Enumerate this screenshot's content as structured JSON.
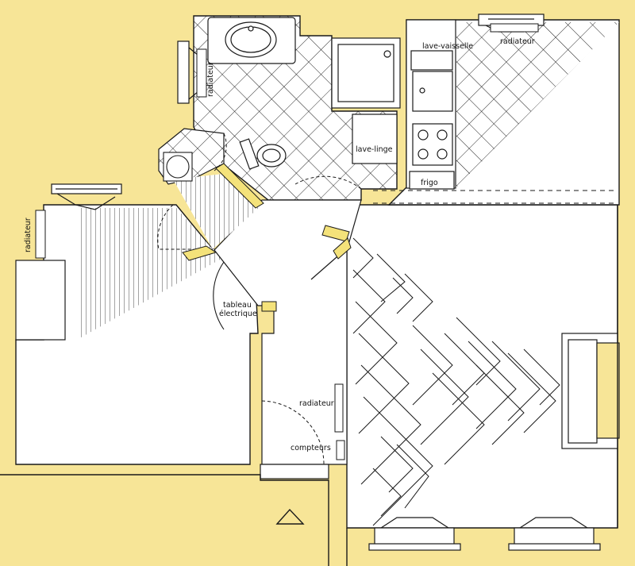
{
  "colors": {
    "background": "#f7e597",
    "floor": "#ffffff",
    "line": "#1a1a1a",
    "wall_highlight": "#f4e27a"
  },
  "labels": {
    "lave_vaisselle": "lave-vaisselle",
    "radiateur_kitchen": "radiateur",
    "radiateur_bath": "radiateur",
    "lave_linge": "lave-linge",
    "frigo": "frigo",
    "radiateur_left": "radiateur",
    "tableau_line1": "tableau",
    "tableau_line2": "électrique",
    "radiateur_hall": "radiateur",
    "compteurs": "compteurs"
  },
  "icons": {
    "north_marker": "triangle-outline-icon"
  }
}
